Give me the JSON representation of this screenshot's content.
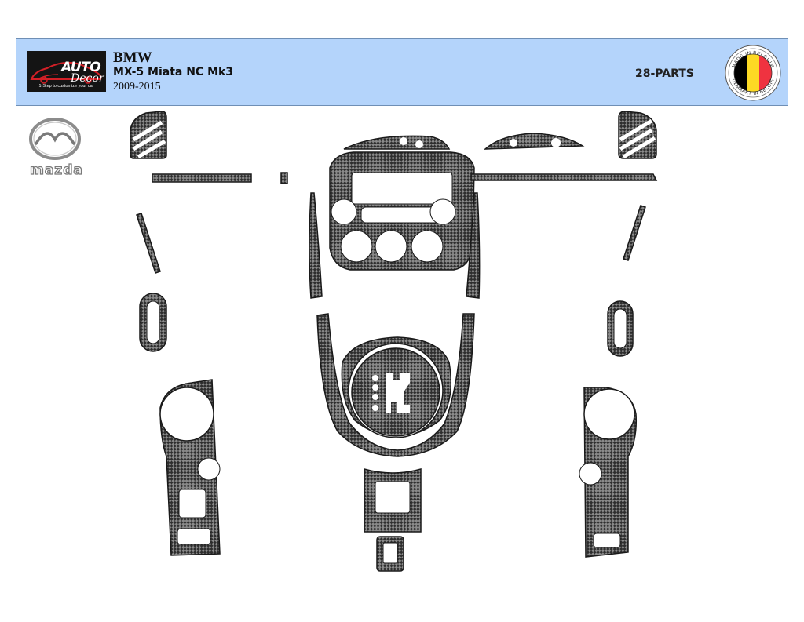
{
  "header": {
    "make": "BMW",
    "model": "MX-5 Miata NC Mk3",
    "years": "2009-2015",
    "parts_count": "28-PARTS",
    "background_color": "#b4d4fb"
  },
  "brand_logo": {
    "word_top": "AUTO",
    "word_bottom": "Decor",
    "tagline": "1-Step to customize your car"
  },
  "made_in_badge": {
    "text_top": "MADE IN BELGIUM",
    "text_bottom": "GEMAAKT IN BELGIË",
    "flag_colors": [
      "#000000",
      "#fdda24",
      "#ef3340"
    ]
  },
  "car_brand_logo": {
    "wordmark": "mazda",
    "icon": "mazda-emblem-icon"
  },
  "trim_material": {
    "finish": "carbon fibre",
    "base_color": "#2e2e2e",
    "weave_color": "#8a8a8a"
  }
}
